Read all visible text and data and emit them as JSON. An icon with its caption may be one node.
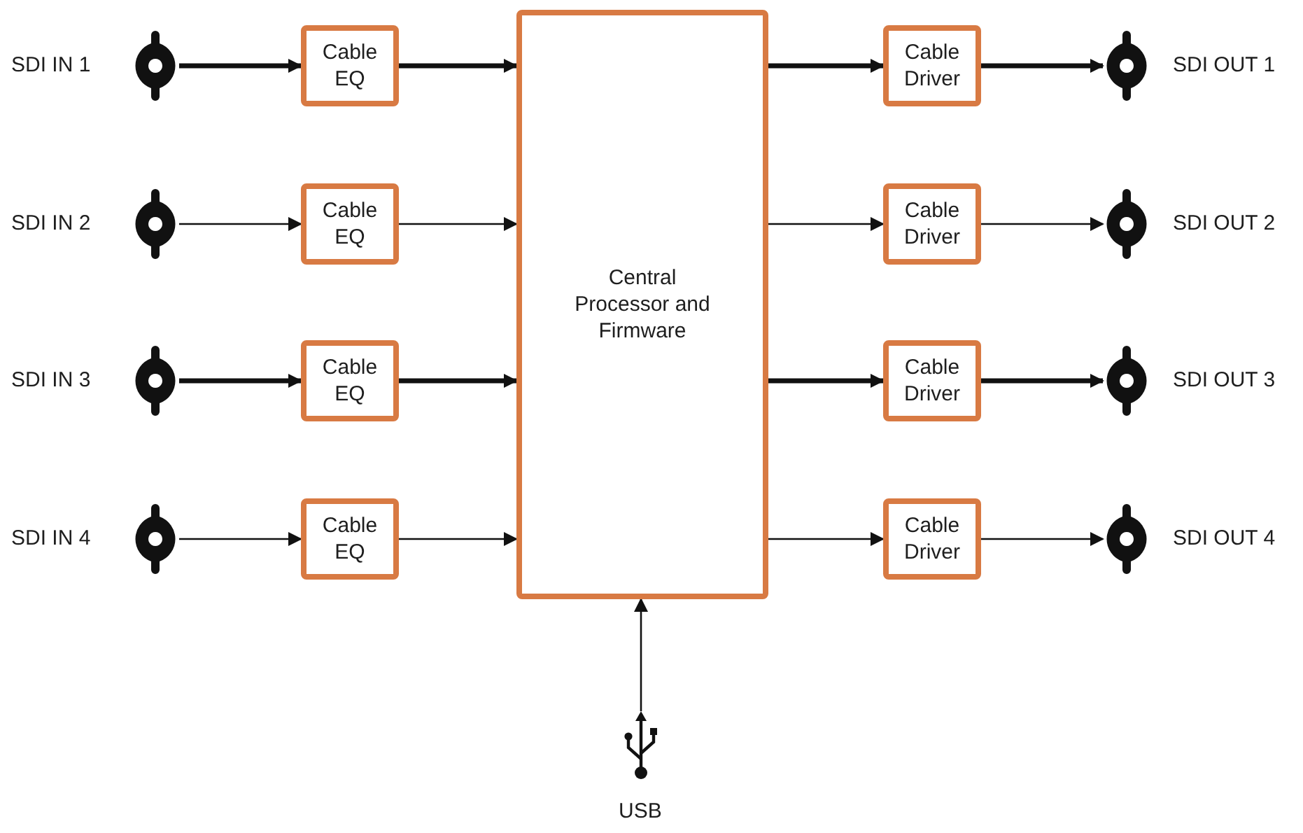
{
  "diagram": {
    "nodes": [
      {
        "text": [],
        "shape": "connector",
        "beside": [
          "SDI IN 1"
        ]
      },
      {
        "text": [
          "Cable EQ"
        ]
      },
      {
        "text": [
          "Central Processor and Firmware"
        ]
      },
      {
        "text": [
          "Cable Driver"
        ]
      },
      {
        "text": [],
        "shape": "connector",
        "beside": [
          "SDI OUT 1"
        ]
      },
      {
        "text": [],
        "shape": "connector",
        "beside": [
          "SDI IN 2"
        ]
      },
      {
        "text": [
          "Cable EQ"
        ]
      },
      {
        "text": [
          "Cable Driver"
        ]
      },
      {
        "text": [],
        "shape": "connector",
        "beside": [
          "SDI OUT 2"
        ]
      },
      {
        "text": [],
        "shape": "connector",
        "beside": [
          "SDI IN 3"
        ]
      },
      {
        "text": [
          "Cable EQ"
        ]
      },
      {
        "text": [
          "Cable Driver"
        ]
      },
      {
        "text": [],
        "shape": "connector",
        "beside": [
          "SDI OUT 3"
        ]
      },
      {
        "text": [],
        "shape": "connector",
        "beside": [
          "SDI IN 4"
        ]
      },
      {
        "text": [
          "Cable EQ"
        ]
      },
      {
        "text": [
          "Cable Driver"
        ]
      },
      {
        "text": [],
        "shape": "connector",
        "beside": [
          "SDI OUT 4"
        ]
      },
      {
        "text": [],
        "shape": "symbol",
        "beside": [
          "USB"
        ]
      }
    ],
    "edges": [
      {
        "from": 0,
        "to": 1,
        "arrow": "to",
        "style": "thick"
      },
      {
        "from": 1,
        "to": 2,
        "arrow": "to",
        "style": "thick"
      },
      {
        "from": 2,
        "to": 3,
        "arrow": "to",
        "style": "thick"
      },
      {
        "from": 3,
        "to": 4,
        "arrow": "to",
        "style": "thick"
      },
      {
        "from": 5,
        "to": 6,
        "arrow": "to"
      },
      {
        "from": 6,
        "to": 2,
        "arrow": "to"
      },
      {
        "from": 2,
        "to": 7,
        "arrow": "to"
      },
      {
        "from": 7,
        "to": 8,
        "arrow": "to"
      },
      {
        "from": 9,
        "to": 10,
        "arrow": "to",
        "style": "thick"
      },
      {
        "from": 10,
        "to": 2,
        "arrow": "to",
        "style": "thick"
      },
      {
        "from": 2,
        "to": 11,
        "arrow": "to",
        "style": "thick"
      },
      {
        "from": 11,
        "to": 12,
        "arrow": "to",
        "style": "thick"
      },
      {
        "from": 13,
        "to": 14,
        "arrow": "to"
      },
      {
        "from": 14,
        "to": 2,
        "arrow": "to"
      },
      {
        "from": 2,
        "to": 15,
        "arrow": "to"
      },
      {
        "from": 15,
        "to": 16,
        "arrow": "to"
      },
      {
        "from": 17,
        "to": 2,
        "arrow": "to"
      }
    ]
  }
}
